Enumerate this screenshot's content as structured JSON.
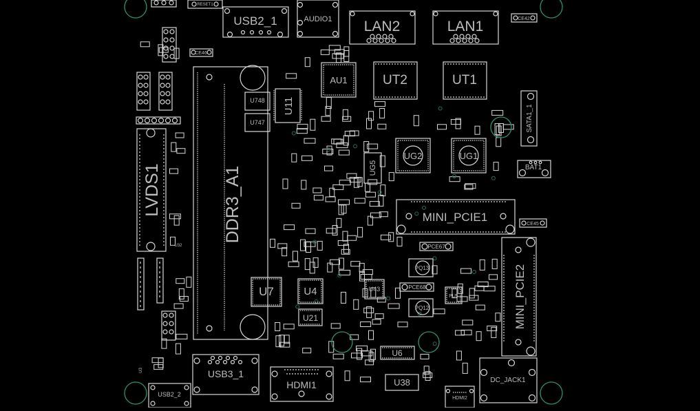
{
  "title": "PCB silkscreen layout",
  "colors": {
    "background": "#000000",
    "silkscreen": "#d8d8d8",
    "label": "#bdbdbd",
    "mounting_hole": "#2f8f74",
    "via": "#2a6e5a"
  },
  "components": {
    "usb2_1": "USB2_1",
    "audio1": "AUDIO1",
    "lan2": "LAN2",
    "lan1": "LAN1",
    "au1": "AU1",
    "ut2": "UT2",
    "ut1": "UT1",
    "u11": "U11",
    "u748": "U748",
    "u747": "U747",
    "lvds1": "LVDS1",
    "ddr3_a1": "DDR3_A1",
    "ug2": "UG2",
    "ug1": "UG1",
    "ug5": "UG5",
    "sata1": "SATA1_1",
    "bat1": "BAT1",
    "mini_pcie1": "MINI_PCIE1",
    "mini_pcie2": "MINI_PCIE2",
    "u7": "U7",
    "u4": "U4",
    "u43": "U43",
    "u21": "U21",
    "pq13": "PQ13",
    "pq12": "PQ12",
    "pu5": "PU5",
    "pce67": "PCE67",
    "pce68": "PCE68",
    "u6": "U6",
    "u38": "U38",
    "usb3_1": "USB3_1",
    "hdmi1": "HDMI1",
    "hdmi2": "HDMI2",
    "usb2_2": "USB2_2",
    "dc_jack1": "DC_JACK1",
    "reset1": "RESET1",
    "ce42": "CE42",
    "ce45": "CE45",
    "ce46": "CE46",
    "u32": "U32",
    "u3": "U3"
  }
}
